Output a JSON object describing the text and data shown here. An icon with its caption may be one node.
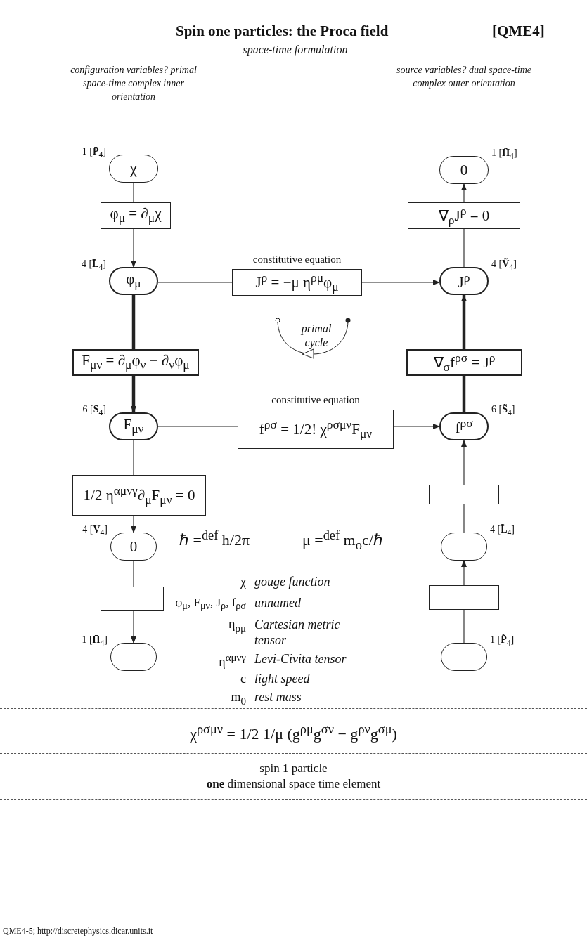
{
  "diagram": {
    "title": "Spin one particles: the Proca field",
    "nodes": [
      {
        "text": [
          "χ"
        ],
        "beside": [
          "1 [**P̄**$_{4}$]"
        ]
      },
      {
        "text": [
          "0"
        ],
        "beside": [
          "1 [**H̃**$_{4}$]"
        ]
      },
      {
        "text": [
          "φ$_{μ}$ = ∂$_{μ}$χ"
        ]
      },
      {
        "text": [
          "∇$_{ρ}$J$^{ρ}$ = 0"
        ]
      },
      {
        "text": [
          "φ$_{μ}$"
        ],
        "beside": [
          "4 [**L̄**$_{4}$]"
        ]
      },
      {
        "text": [
          "constitutive equation",
          "J$^{ρ}$ = −μ η$^{ρμ}$φ$_{μ}$"
        ]
      },
      {
        "text": [
          "J$^{ρ}$"
        ],
        "beside": [
          "4 [**Ṽ**$_{4}$]"
        ]
      },
      {
        "text": [
          "F$_{μν}$ = ∂$_{μ}$φ$_{ν}$ − ∂$_{ν}$φ$_{μ}$"
        ]
      },
      {
        "text": [
          "∇$_{σ}$f$^{ρσ}$ = J$^{ρ}$"
        ]
      },
      {
        "text": [
          "F$_{μν}$"
        ],
        "beside": [
          "6 [**S̄**$_{4}$]"
        ]
      },
      {
        "text": [
          "constitutive equation",
          "f$^{ρσ}$ = 1/2! χ$^{ρσμν}$F$_{μν}$"
        ]
      },
      {
        "text": [
          "f$^{ρσ}$"
        ],
        "beside": [
          "6 [**S̃**$_{4}$]"
        ]
      },
      {
        "text": [
          "1/2 η$^{αμνγ}$∂$_{μ}$F$_{μν}$ = 0"
        ]
      },
      {
        "text": [],
        "shape": "box"
      },
      {
        "text": [
          "0"
        ],
        "beside": [
          "4 [**V̄**$_{4}$]"
        ]
      },
      {
        "text": [],
        "shape": "box",
        "beside": [
          "4 [**L̃**$_{4}$]"
        ]
      },
      {
        "text": [],
        "shape": "box"
      },
      {
        "text": [],
        "shape": "box"
      },
      {
        "text": [],
        "shape": "box",
        "beside": [
          "1 [**H̄**$_{4}$]"
        ]
      },
      {
        "text": [],
        "shape": "box",
        "beside": [
          "1 [**P̃**$_{4}$]"
        ]
      }
    ],
    "edges": [
      {
        "from": 0,
        "to": 2,
        "arrow": "none"
      },
      {
        "from": 2,
        "to": 4,
        "arrow": "to"
      },
      {
        "from": 4,
        "to": 5,
        "arrow": "none"
      },
      {
        "from": 5,
        "to": 6,
        "arrow": "to"
      },
      {
        "from": 4,
        "to": 7,
        "arrow": "none",
        "style": "thick"
      },
      {
        "from": 7,
        "to": 9,
        "arrow": "to",
        "style": "thick"
      },
      {
        "from": 6,
        "to": 3,
        "arrow": "none"
      },
      {
        "from": 3,
        "to": 1,
        "arrow": "to"
      },
      {
        "from": 11,
        "to": 8,
        "arrow": "none",
        "style": "thick"
      },
      {
        "from": 8,
        "to": 6,
        "arrow": "to",
        "style": "thick"
      },
      {
        "from": 9,
        "to": 10,
        "arrow": "none"
      },
      {
        "from": 10,
        "to": 11,
        "arrow": "to"
      },
      {
        "from": 9,
        "to": 12,
        "arrow": "none"
      },
      {
        "from": 12,
        "to": 14,
        "arrow": "to"
      },
      {
        "from": 14,
        "to": 16,
        "arrow": "none"
      },
      {
        "from": 16,
        "to": 18,
        "arrow": "to"
      },
      {
        "from": 19,
        "to": 17,
        "arrow": "none"
      },
      {
        "from": 17,
        "to": 15,
        "arrow": "to"
      },
      {
        "from": 15,
        "to": 13,
        "arrow": "none"
      },
      {
        "from": 13,
        "to": 11,
        "arrow": "to"
      }
    ],
    "labels": [
      "[QME4]",
      "space-time formulation",
      "configuration variables? primal space-time complex inner orientation",
      "source variables? dual space-time complex outer orientation",
      "primal cycle",
      "ℏ =$^{def}$ h/2π",
      "μ =$^{def}$ m$_{o}$c/ℏ",
      "χ",
      "gouge function",
      "φ$_{μ}$, F$_{μν}$, J$_{ρ}$, f$_{ρσ}$",
      "unnamed",
      "η$_{ρμ}$",
      "Cartesian metric tensor",
      "η$^{αμνγ}$",
      "Levi-Civita tensor",
      "c",
      "light speed",
      "m$_{0}$",
      "rest mass",
      "χ$^{ρσμν}$ = 1/2 1/μ (g$^{ρμ}$g$^{σν}$ − g$^{ρν}$g$^{σμ}$)",
      "spin 1 particle",
      "**one** dimensional space time element",
      "QME4-5; http://discretephysics.dicar.units.it"
    ]
  }
}
